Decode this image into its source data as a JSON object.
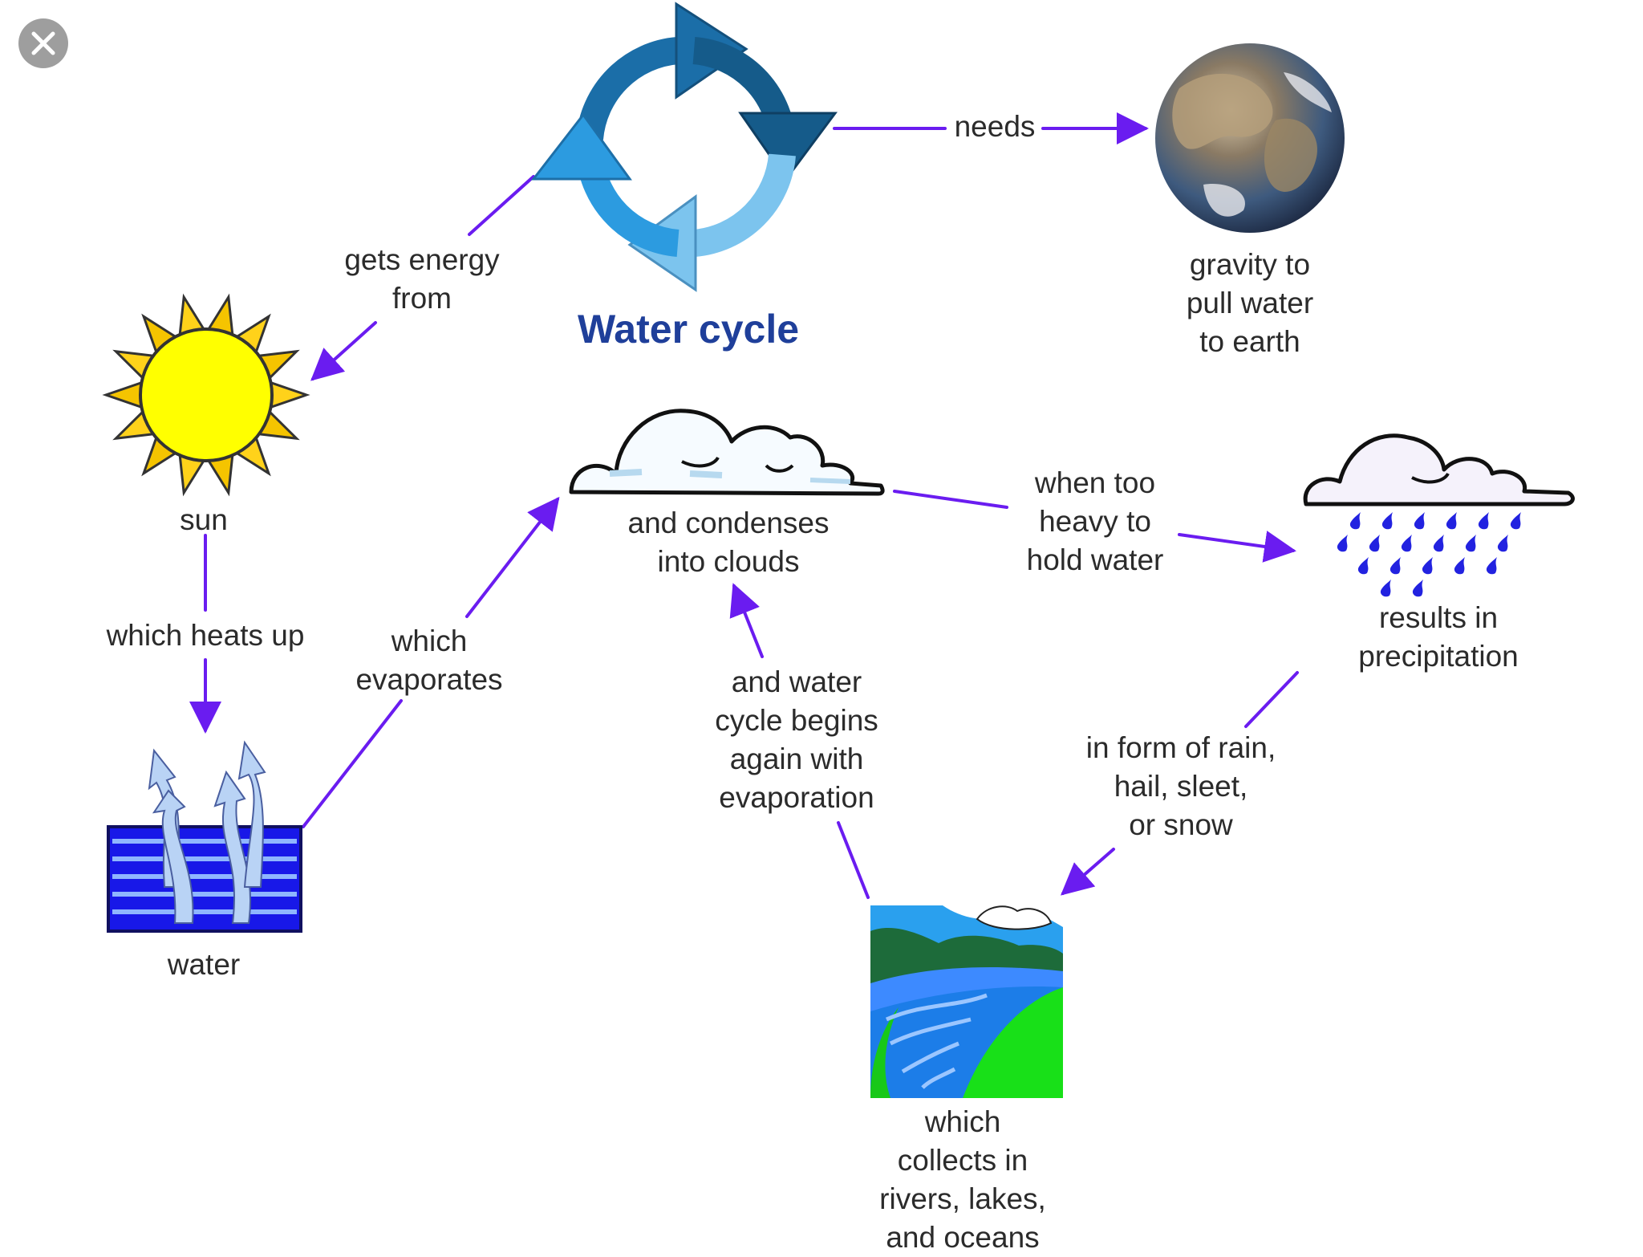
{
  "title": "Water cycle",
  "nodes": {
    "gravity": [
      "gravity to",
      "pull water",
      "to earth"
    ],
    "sun": [
      "sun"
    ],
    "water": [
      "water"
    ],
    "clouds": [
      "and condenses",
      "into clouds"
    ],
    "precipitation": [
      "results in",
      "precipitation"
    ],
    "collects": [
      "which",
      "collects in",
      "rivers, lakes,",
      "and oceans"
    ]
  },
  "links": {
    "needs": [
      "needs"
    ],
    "gets_energy": [
      "gets energy",
      "from"
    ],
    "heats_up": [
      "which heats up"
    ],
    "evaporates": [
      "which",
      "evaporates"
    ],
    "too_heavy": [
      "when too",
      "heavy to",
      "hold water"
    ],
    "begins_again": [
      "and water",
      "cycle begins",
      "again with",
      "evaporation"
    ],
    "in_form_of": [
      "in form of rain,",
      "hail, sleet,",
      "or snow"
    ]
  },
  "icons": {
    "cycle": "water-cycle-arrows-icon",
    "earth": "earth-globe-icon",
    "sun": "sun-icon",
    "water": "water-evaporation-icon",
    "cloud": "cloud-icon",
    "rain": "rain-cloud-icon",
    "landscape": "river-landscape-icon",
    "close": "close-icon"
  },
  "colors": {
    "arrow": "#6a1cf0",
    "title": "#1f3f9a",
    "label": "#2b2b2b"
  }
}
